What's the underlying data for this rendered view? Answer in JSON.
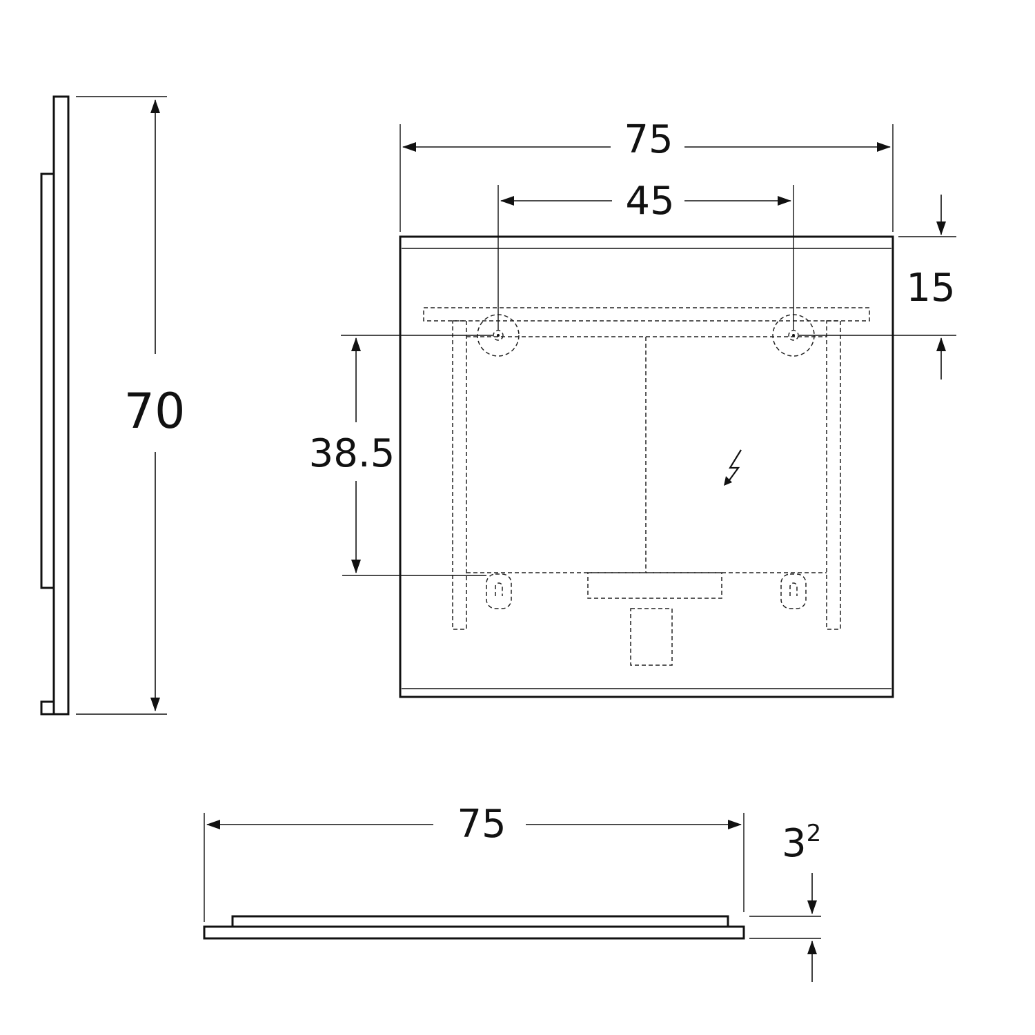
{
  "side_view": {
    "height_label": "70"
  },
  "front_view": {
    "width_label": "75",
    "hole_spacing_label": "45",
    "top_offset_label": "15",
    "vertical_hole_spacing_label": "38.5",
    "electrical_symbol": "lightning-bolt-icon"
  },
  "top_view": {
    "width_label": "75",
    "depth_label": "3",
    "depth_superscript": "2"
  }
}
